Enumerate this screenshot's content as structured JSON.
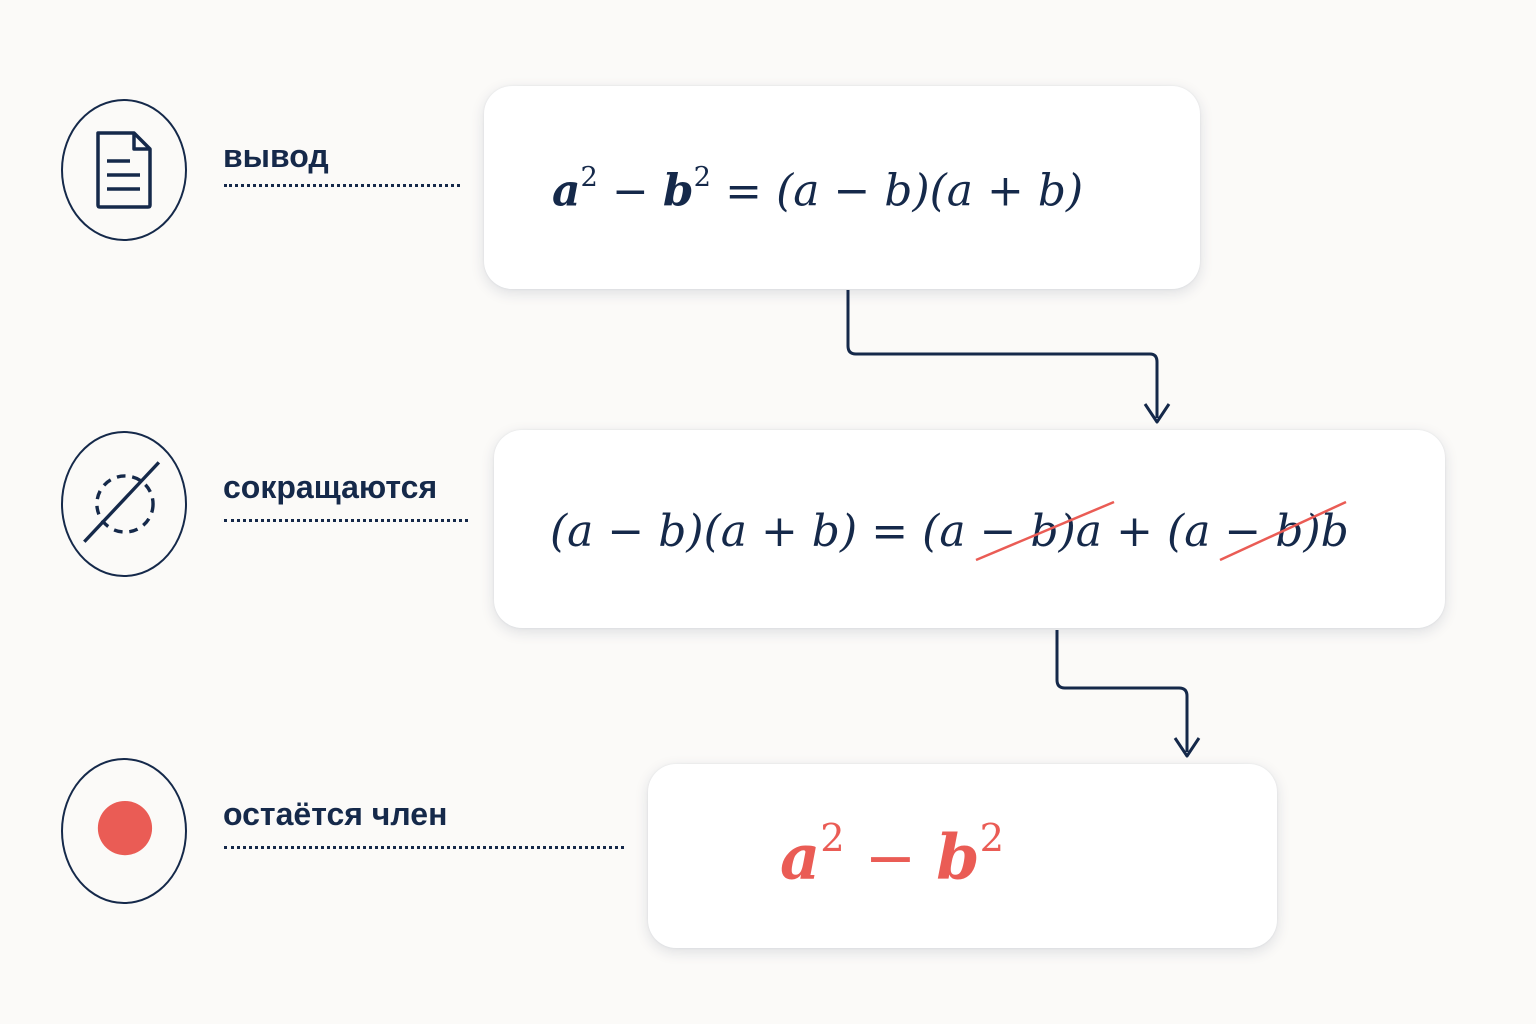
{
  "steps": [
    {
      "label": "вывод",
      "icon": "document-icon",
      "formula": {
        "lhs_a": "a",
        "sq1": "2",
        "minus": "−",
        "lhs_b": "b",
        "sq2": "2",
        "eq": "=",
        "rhs": "(a − b)(a + b)"
      }
    },
    {
      "label": "сокращаются",
      "icon": "crossed-circle-icon",
      "formula": {
        "left": "(a − b)(a + b)",
        "eq": "=",
        "term1_open": "(a ",
        "term1_cancel": "− b",
        "term1_close": ")a",
        "plus": "+",
        "term2_open": "(a ",
        "term2_cancel": "− b",
        "term2_close": ")b"
      }
    },
    {
      "label": "остаётся член",
      "icon": "record-dot-icon",
      "formula": {
        "a": "a",
        "sq1": "2",
        "minus": "−",
        "b": "b",
        "sq2": "2"
      }
    }
  ],
  "colors": {
    "ink": "#15294a",
    "accent": "#ea5c55",
    "card": "#ffffff",
    "background": "#fbfaf8"
  }
}
